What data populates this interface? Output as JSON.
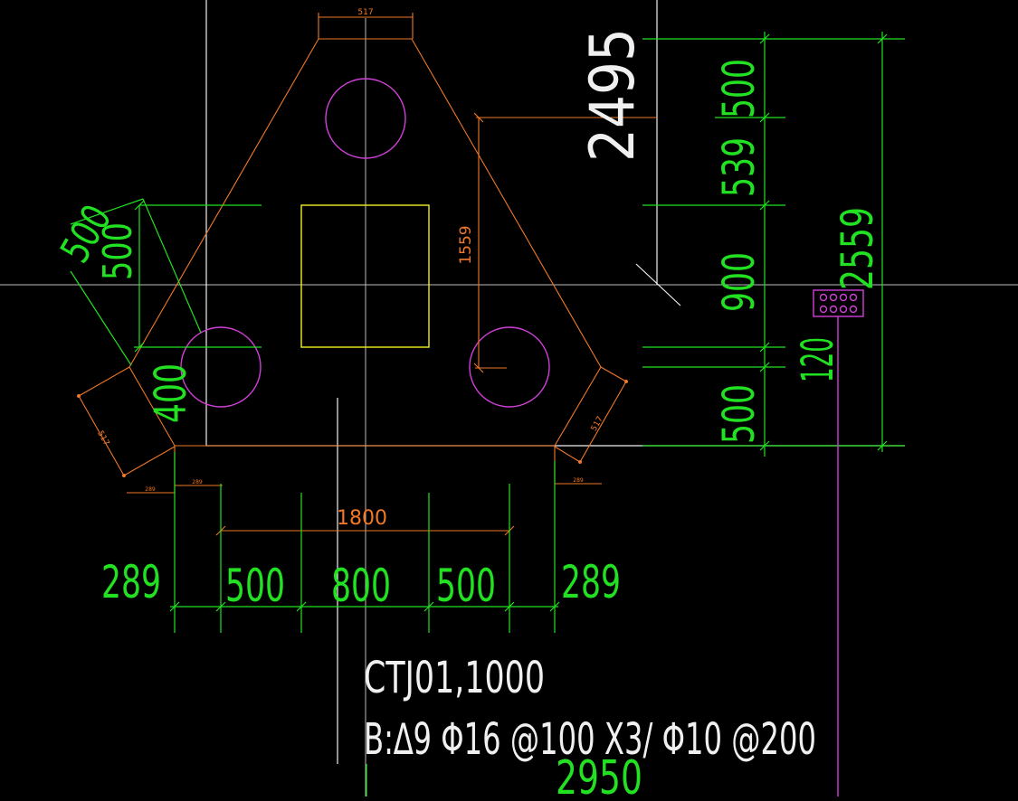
{
  "colors": {
    "background": "#000000",
    "dimension_green": "#22e022",
    "pile_cap_orange": "#f07828",
    "pile_magenta": "#d040d8",
    "column_yellow": "#f0f020",
    "text_white": "#f0f0f0"
  },
  "dimensions": {
    "top_edge": "517",
    "left_edge": "517",
    "right_edge": "517",
    "bottom_small_left": "289",
    "bottom_small_mid": "289",
    "bottom_small_right": "289",
    "pile_spacing_vertical": "1559",
    "pile_spacing_horizontal": "1800",
    "bottom_289_left": "289",
    "bottom_500_left": "500",
    "bottom_800": "800",
    "bottom_500_right": "500",
    "bottom_289_right": "289",
    "total_width": "2950",
    "right_500_top": "500",
    "right_539": "539",
    "right_900": "900",
    "right_500_bottom": "500",
    "right_120": "120",
    "right_2559": "2559",
    "top_2495": "2495",
    "left_rot_500_a": "500",
    "left_rot_500_b": "500",
    "left_400": "400"
  },
  "labels": {
    "cap_id": "CTJ01,1000",
    "reinforcement": "B:∆9 Φ16 @100 X3/ Φ10 @200"
  }
}
